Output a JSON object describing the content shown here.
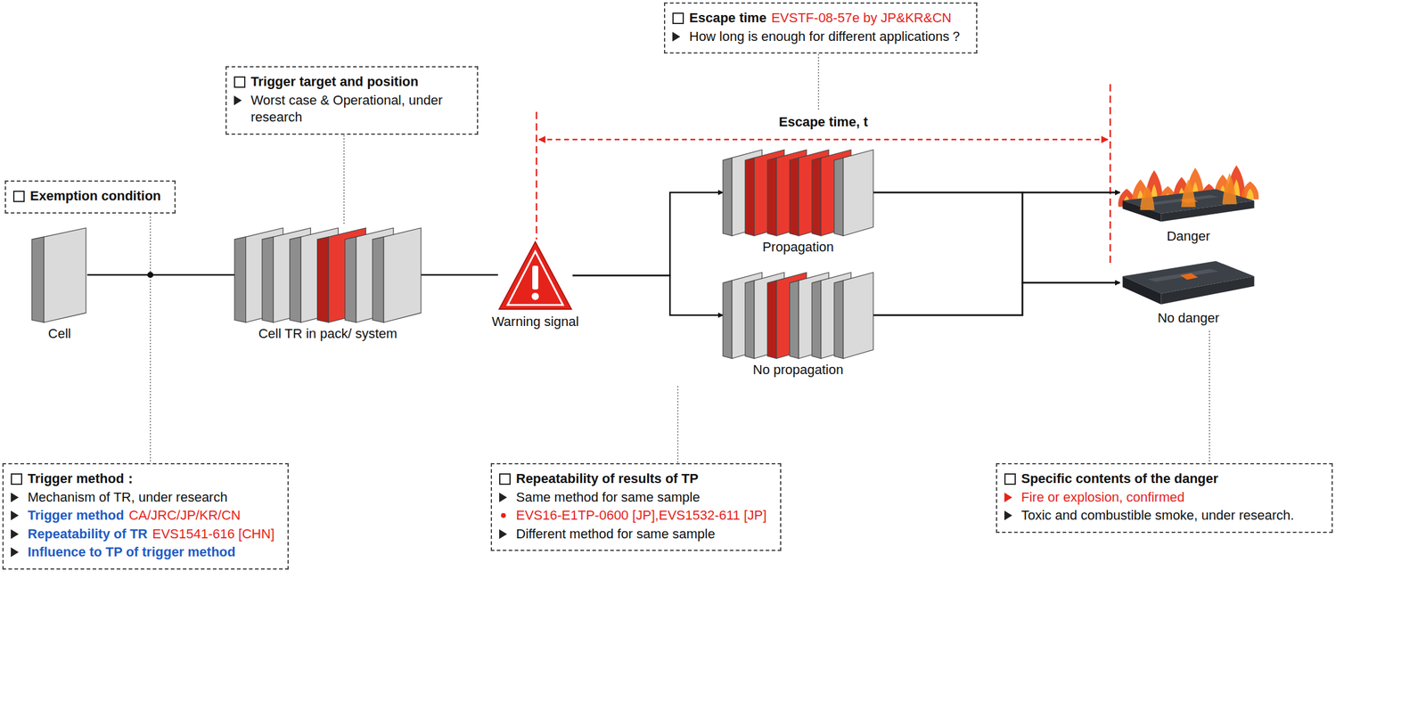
{
  "diagram": {
    "nodes": [
      {
        "text": [
          "Escape time",
          "EVSTF-08-57e by JP&KR&CN",
          "How long is enough for different applications？"
        ]
      },
      {
        "text": [
          "Trigger target and position",
          "Worst case & Operational, under research"
        ]
      },
      {
        "text": [
          "Exemption condition"
        ]
      },
      {
        "text": [
          "Cell"
        ]
      },
      {
        "text": [
          "Cell TR in pack/ system"
        ]
      },
      {
        "text": [
          "Warning signal"
        ]
      },
      {
        "text": [
          "Propagation"
        ]
      },
      {
        "text": [
          "No propagation"
        ]
      },
      {
        "text": [
          "Danger"
        ]
      },
      {
        "text": [
          "No danger"
        ]
      },
      {
        "text": [
          "Trigger method：",
          "Mechanism of TR, under research",
          "Trigger method",
          "CA/JRC/JP/KR/CN",
          "Repeatability of TR",
          "EVS1541-616 [CHN]",
          "Influence to TP of trigger method"
        ]
      },
      {
        "text": [
          "Repeatability of results of TP",
          "Same method for same sample",
          "EVS16-E1TP-0600 [JP],EVS1532-611 [JP]",
          "Different method for same sample"
        ]
      },
      {
        "text": [
          "Specific contents of the danger",
          "Fire or explosion, confirmed",
          "Toxic and combustible smoke, under research."
        ]
      }
    ],
    "edges": [
      {
        "from": 3,
        "to": 4,
        "arrow": "none"
      },
      {
        "from": 4,
        "to": 5,
        "arrow": "none"
      },
      {
        "from": 5,
        "to": 6,
        "arrow": "to"
      },
      {
        "from": 5,
        "to": 7,
        "arrow": "to"
      },
      {
        "from": 6,
        "to": 8,
        "arrow": "to"
      },
      {
        "from": 6,
        "to": 9,
        "arrow": "to"
      },
      {
        "from": 7,
        "to": 8,
        "arrow": "to"
      },
      {
        "from": 7,
        "to": 9,
        "arrow": "to"
      }
    ],
    "labels": [
      "Escape time, t"
    ]
  }
}
